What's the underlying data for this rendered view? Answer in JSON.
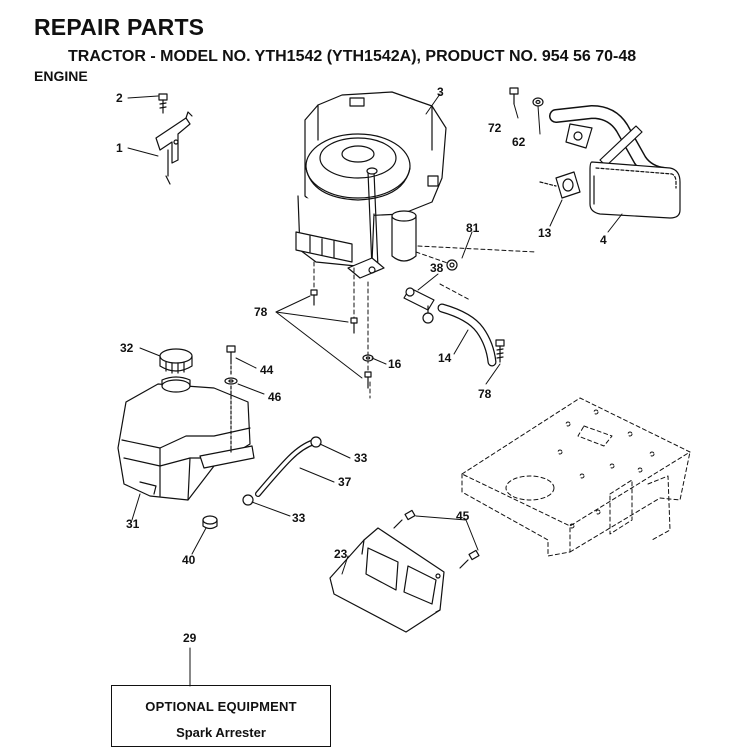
{
  "header": {
    "title": "REPAIR PARTS",
    "subtitle": "TRACTOR - MODEL NO. YTH1542 (YTH1542A), PRODUCT NO. 954 56 70-48",
    "section": "ENGINE"
  },
  "callouts": {
    "c1": "1",
    "c2": "2",
    "c3": "3",
    "c4": "4",
    "c13": "13",
    "c14": "14",
    "c16": "16",
    "c23": "23",
    "c29": "29",
    "c31": "31",
    "c32": "32",
    "c33a": "33",
    "c33b": "33",
    "c37": "37",
    "c38": "38",
    "c40": "40",
    "c44": "44",
    "c45": "45",
    "c46": "46",
    "c62": "62",
    "c72": "72",
    "c78a": "78",
    "c78b": "78",
    "c81": "81"
  },
  "optional_equipment": {
    "heading": "OPTIONAL EQUIPMENT",
    "item": "Spark Arrester"
  }
}
